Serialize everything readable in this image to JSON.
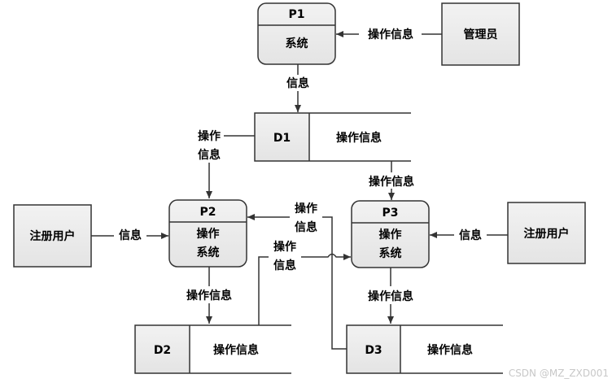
{
  "processes": {
    "p1": {
      "id": "P1",
      "name": "系统"
    },
    "p2": {
      "id": "P2",
      "name_line1": "操作",
      "name_line2": "系统"
    },
    "p3": {
      "id": "P3",
      "name_line1": "操作",
      "name_line2": "系统"
    }
  },
  "entities": {
    "admin": "管理员",
    "user_left": "注册用户",
    "user_right": "注册用户"
  },
  "stores": {
    "d1": {
      "id": "D1",
      "name": "操作信息"
    },
    "d2": {
      "id": "D2",
      "name": "操作信息"
    },
    "d3": {
      "id": "D3",
      "name": "操作信息"
    }
  },
  "flows": {
    "admin_to_p1": "操作信息",
    "p1_to_d1": "信息",
    "d1_to_p2_line1": "操作",
    "d1_to_p2_line2": "信息",
    "d1_to_p3": "操作信息",
    "user_to_p2": "信息",
    "user_to_p3": "信息",
    "p3_to_p2_line1": "操作",
    "p3_to_p2_line2": "信息",
    "d2_to_p3_line1": "操作",
    "d2_to_p3_line2": "信息",
    "p2_to_d2": "操作信息",
    "p3_to_d3": "操作信息"
  },
  "watermark": "CSDN @MZ_ZXD001"
}
